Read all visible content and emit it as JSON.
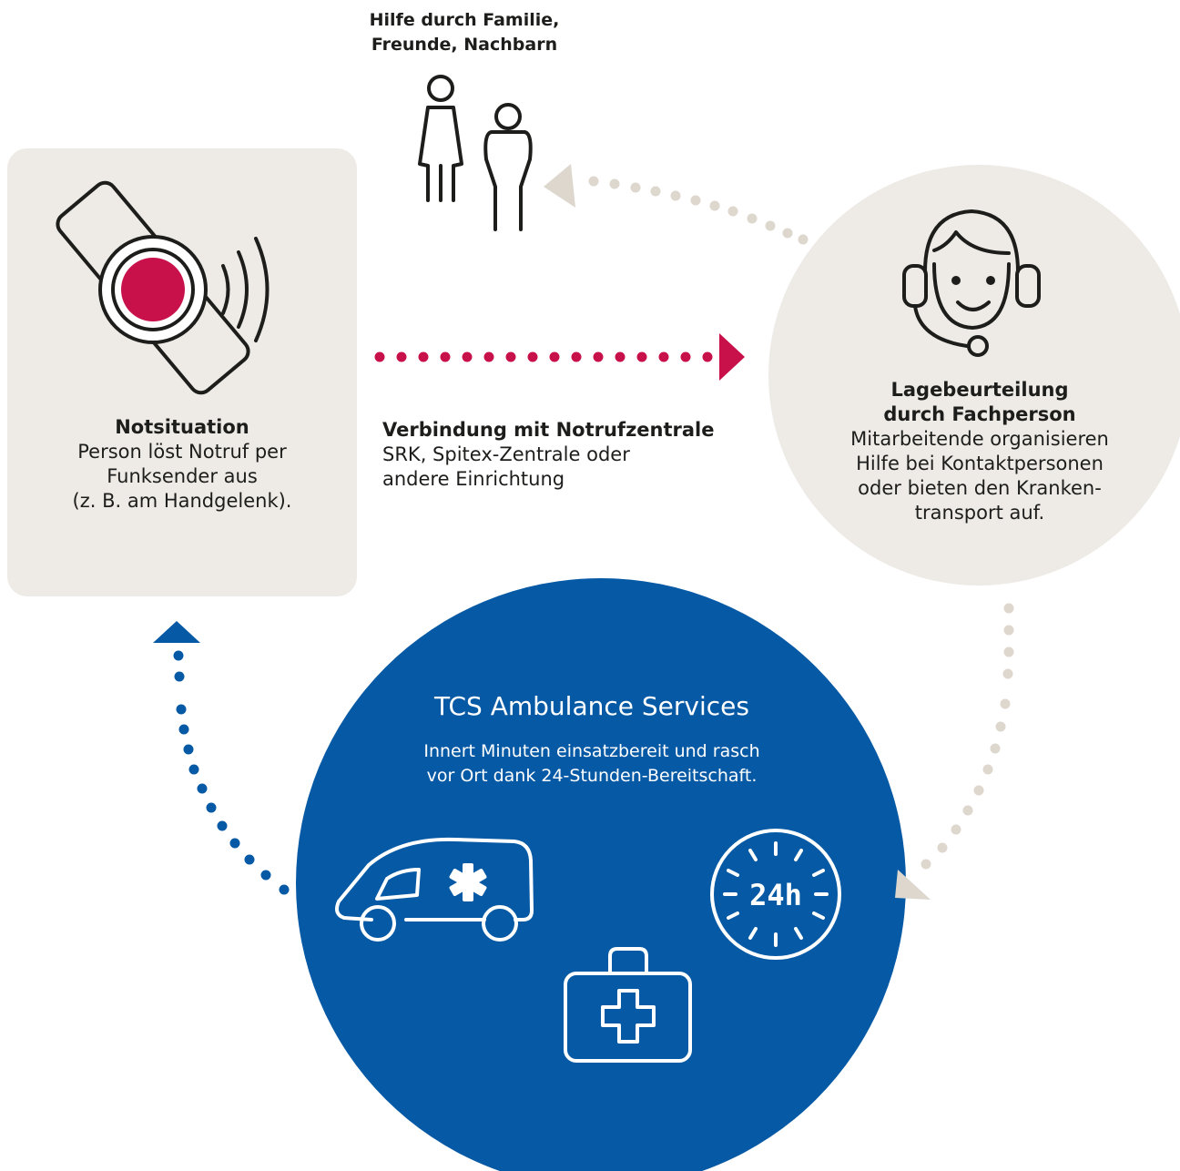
{
  "helpers": {
    "title_line1": "Hilfe durch Familie,",
    "title_line2": "Freunde, Nachbarn"
  },
  "notsituation": {
    "title": "Notsituation",
    "line1": "Person löst Notruf per",
    "line2": "Funksender aus",
    "line3": "(z. B. am Handgelenk)."
  },
  "verbindung": {
    "title": "Verbindung mit Notrufzentrale",
    "line1": "SRK, Spitex-Zentrale oder",
    "line2": "andere Einrichtung"
  },
  "lagebeurteilung": {
    "title_line1": "Lagebeurteilung",
    "title_line2": "durch Fachperson",
    "line1": "Mitarbeitende organisieren",
    "line2": "Hilfe bei Kontaktpersonen",
    "line3": "oder bieten den Kranken-",
    "line4": "transport auf."
  },
  "tcs": {
    "title": "TCS Ambulance Services",
    "desc_line1": "Innert Minuten einsatzbereit und rasch",
    "desc_line2": "vor Ort dank 24-Stunden-Bereitschaft.",
    "clock_label": "24h"
  },
  "icons": {
    "transmitter": "wrist-alarm-button-icon",
    "people": "family-people-icon",
    "operator": "headset-operator-icon",
    "ambulance": "ambulance-icon",
    "first_aid": "first-aid-kit-icon",
    "clock": "24h-clock-icon"
  },
  "colors": {
    "panel_beige": "#eeebe6",
    "dot_beige": "#ddd7ce",
    "accent_red": "#c8104b",
    "tcs_blue": "#0659a4",
    "line_dark": "#1d1d1b"
  }
}
